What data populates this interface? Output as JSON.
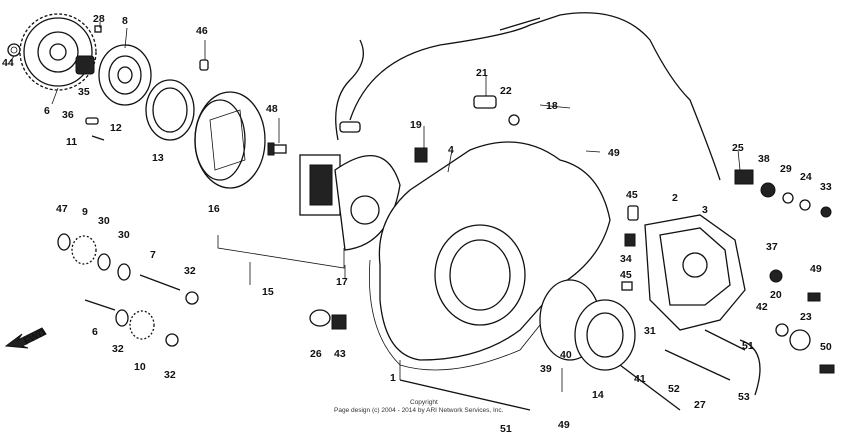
{
  "diagram": {
    "callouts": [
      "44",
      "6",
      "28",
      "8",
      "46",
      "35",
      "36",
      "12",
      "11",
      "13",
      "16",
      "48",
      "21",
      "22",
      "18",
      "19",
      "4",
      "49",
      "25",
      "38",
      "29",
      "24",
      "33",
      "2",
      "3",
      "45",
      "47",
      "9",
      "30",
      "30",
      "7",
      "32",
      "6",
      "32",
      "10",
      "32",
      "15",
      "17",
      "26",
      "43",
      "34",
      "45",
      "37",
      "49",
      "20",
      "42",
      "23",
      "31",
      "51",
      "50",
      "39",
      "40",
      "41",
      "52",
      "27",
      "53",
      "14",
      "1",
      "49",
      "51"
    ],
    "fwd_label": "FWD",
    "copyright": [
      "Copyright",
      "Page design (c) 2004 - 2014 by ARI Network Services, Inc."
    ]
  }
}
